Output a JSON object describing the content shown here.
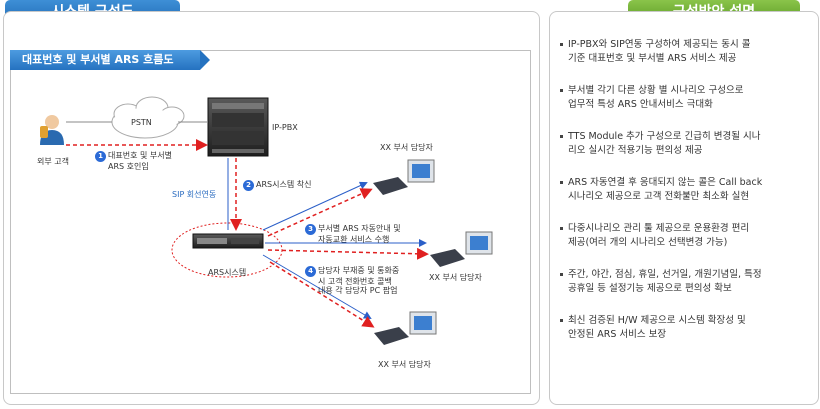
{
  "left_section": {
    "title": "시스템 구성도",
    "diagram_title": "대표번호 및 부서별 ARS 흐름도",
    "labels": {
      "pstn": "PSTN",
      "ip_pbx": "IP-PBX",
      "customer": "외부 고객",
      "step1_line1": "대표번호 및 부서별",
      "step1_line2": "ARS 호인입",
      "step1_num": "1",
      "step2": "ARS시스템 착신",
      "step2_num": "2",
      "sip": "SIP 회선연동",
      "ars_system": "ARS시스템",
      "step3_line1": "부서별 ARS 자동안내 및",
      "step3_line2": "자동교환 서비스 수행",
      "step3_num": "3",
      "step4_line1": "담당자 부재중 및 통화중",
      "step4_line2": "시 고객 전화번호 콜백",
      "step4_line3": "내용 각 담당자 PC 팝업",
      "step4_num": "4",
      "dept_top": "XX 부서 담당자",
      "dept_mid": "XX 부서 담당자",
      "dept_bottom": "XX 부서 담당자"
    }
  },
  "right_section": {
    "title": "구성방안 설명",
    "items": [
      {
        "line1": "IP-PBX와 SIP연동 구성하여 제공되는 동시 콜",
        "line2": "기준 대표번호 및 부서별 ARS 서비스 제공"
      },
      {
        "line1": "부서별 각기 다른 상황 별 시나리오 구성으로",
        "line2": "업무적 특성 ARS 안내서비스 극대화"
      },
      {
        "line1": "TTS Module 추가 구성으로 긴급히 변경될 시나",
        "line2": "리오 실시간 적용기능 편의성 제공"
      },
      {
        "line1": "ARS 자동연결 후 응대되지 않는 콜은 Call back",
        "line2": "시나리오 제공으로 고객 전화불만 최소화 실현"
      },
      {
        "line1": "다중시나리오 관리 툴 제공으로 운용환경 편리",
        "line2": "제공(여러 개의 시나리오 선택변경 가능)"
      },
      {
        "line1": "주간, 야간, 점심, 휴일, 선거일, 개원기념일, 특정",
        "line2": "공휴일 등 설정기능 제공으로 편의성 확보"
      },
      {
        "line1": "최신 검증된 H/W 제공으로 시스템 확장성 및",
        "line2": "안정된 ARS 서비스 보장"
      }
    ]
  },
  "colors": {
    "blue_tab": "#2b78c8",
    "green_tab": "#6aaa2e",
    "red_arrow": "#e02020",
    "blue_line": "#2b5fc8"
  }
}
